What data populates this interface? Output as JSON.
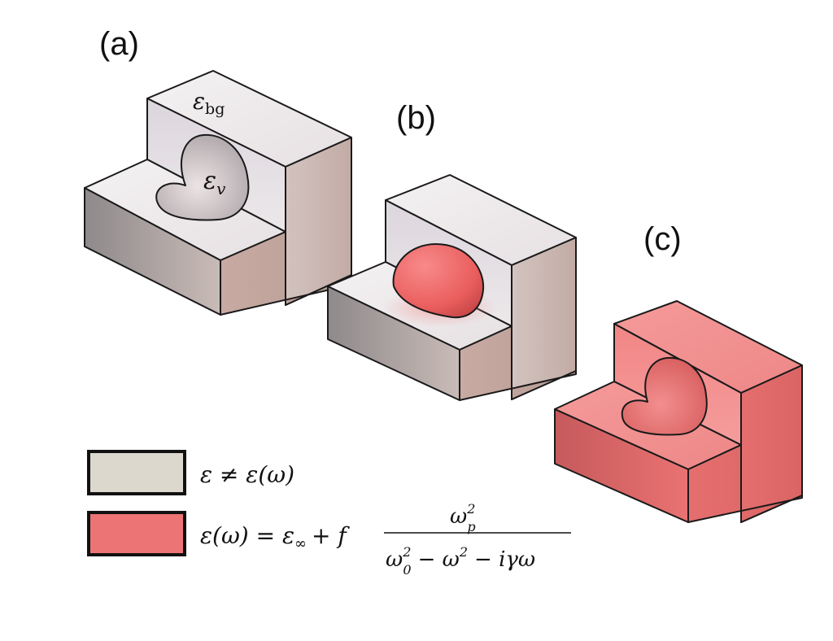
{
  "panels": {
    "a": {
      "label": "(a)",
      "region_label": "ε",
      "region_sub": "bg",
      "inclusion_label": "ε",
      "inclusion_sub": "v"
    },
    "b": {
      "label": "(b)"
    },
    "c": {
      "label": "(c)"
    }
  },
  "legend": {
    "nondispersive": {
      "color": "#ddd8ce",
      "eq_lhs": "ε ≠ ε(ω)"
    },
    "dispersive": {
      "color": "#ec7474",
      "eq_lhs": "ε(ω) = ε",
      "eq_lhs_sub": "∞",
      "eq_plus_f": "+ f",
      "numerator": "ω",
      "numerator_sup": "2",
      "numerator_sub": "p",
      "den_a": "ω",
      "den_a_sup": "2",
      "den_a_sub": "0",
      "den_rest": "− ω",
      "den_rest_sup": "2",
      "den_tail": "− iγω"
    }
  },
  "colors": {
    "gray_block": "#c9c1bd",
    "red_block": "#ee7a7a",
    "red_inclusion": "#ee6262"
  }
}
